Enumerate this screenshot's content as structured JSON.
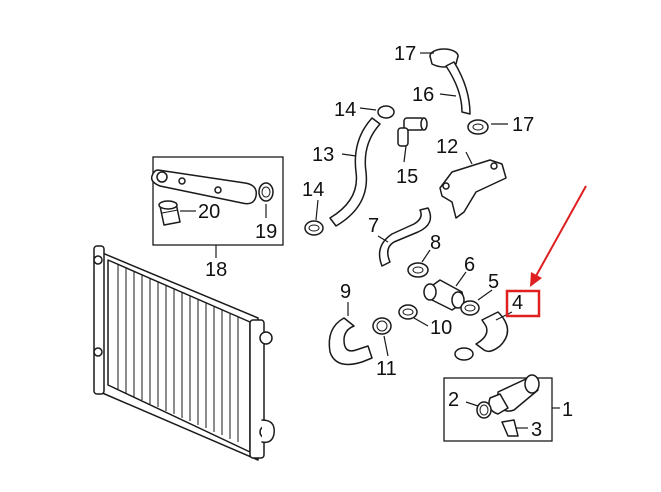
{
  "callouts": {
    "c1": "1",
    "c2": "2",
    "c3": "3",
    "c4": "4",
    "c5": "5",
    "c6": "6",
    "c7": "7",
    "c8": "8",
    "c9": "9",
    "c10": "10",
    "c11": "11",
    "c12": "12",
    "c13": "13",
    "c14a": "14",
    "c14b": "14",
    "c15": "15",
    "c16": "16",
    "c17a": "17",
    "c17b": "17",
    "c18": "18",
    "c19": "19",
    "c20": "20"
  },
  "colors": {
    "highlight": "#e02020",
    "line": "#1a1a1a"
  },
  "highlighted_part": "4"
}
